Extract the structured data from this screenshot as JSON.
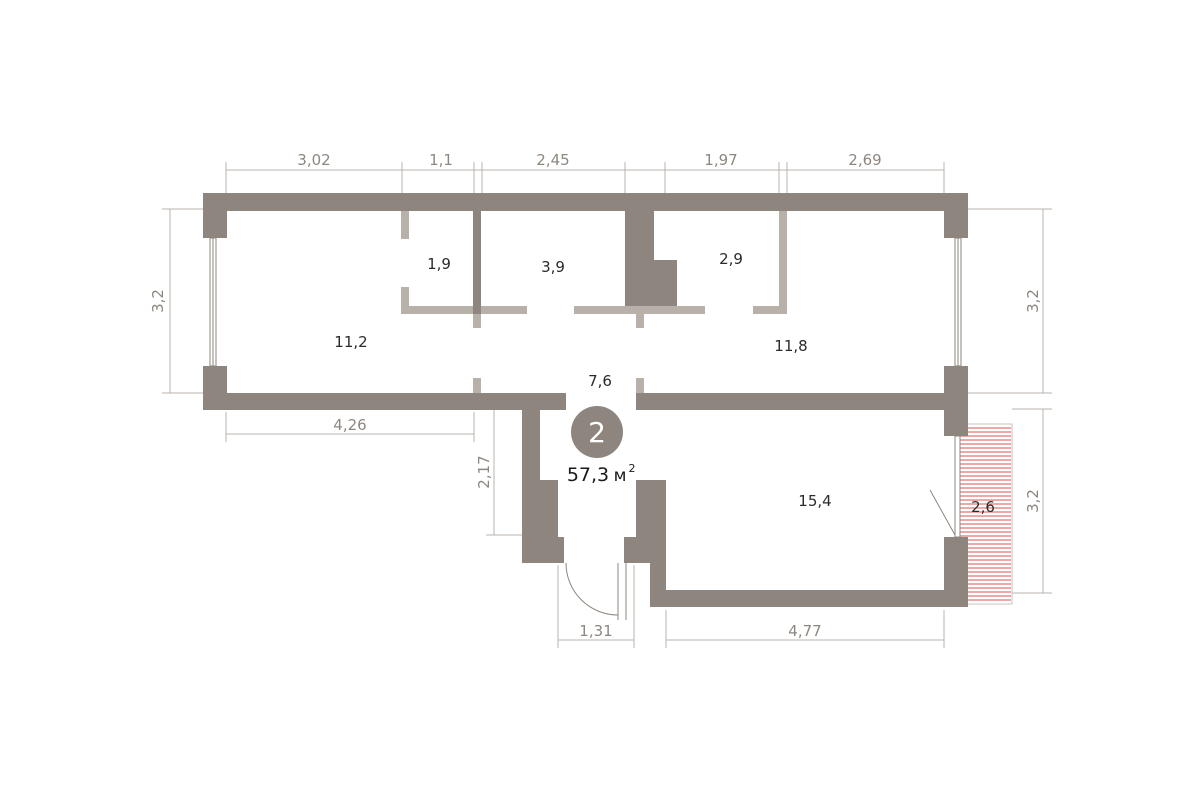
{
  "plan": {
    "rooms_count": "2",
    "total_area": "57,3",
    "area_unit": "м",
    "area_unit_sup": "2"
  },
  "rooms": [
    {
      "id": "room-left",
      "area": "11,2"
    },
    {
      "id": "room-bath-small",
      "area": "1,9"
    },
    {
      "id": "room-bath",
      "area": "3,9"
    },
    {
      "id": "room-storage",
      "area": "2,9"
    },
    {
      "id": "room-right",
      "area": "11,8"
    },
    {
      "id": "room-hall",
      "area": "7,6"
    },
    {
      "id": "room-kitchen",
      "area": "15,4"
    },
    {
      "id": "room-balcony",
      "area": "2,6"
    }
  ],
  "dimensions": {
    "top": [
      "3,02",
      "1,1",
      "2,45",
      "1,97",
      "2,69"
    ],
    "left_height": "3,2",
    "right_height_top": "3,2",
    "right_height_bottom": "3,2",
    "bottom_left": "4,26",
    "entry_depth": "2,17",
    "entry_width": "1,31",
    "bottom_right": "4,77"
  },
  "colors": {
    "wall": "#8e867e",
    "partition": "#b8b1aa",
    "dimension": "#8e8780",
    "balcony_hatch": "#d9534f",
    "badge": "#8e867e"
  }
}
